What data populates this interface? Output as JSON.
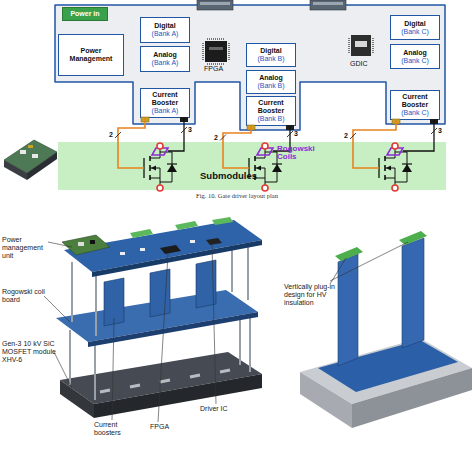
{
  "diagram": {
    "caption": "Fig. 10. Gate driver layout plan",
    "nodes": [
      {
        "text": [
          "Power in"
        ]
      },
      {
        "text": [
          "Power Management"
        ]
      },
      {
        "text": [
          "Digital",
          "(Bank A)"
        ]
      },
      {
        "text": [
          "Analog",
          "(Bank A)"
        ]
      },
      {
        "text": [
          "Current Booster",
          "(Bank A)"
        ]
      },
      {
        "text": [
          "Digital",
          "(Bank B)"
        ]
      },
      {
        "text": [
          "Analog",
          "(Bank B)"
        ]
      },
      {
        "text": [
          "Current Booster",
          "(Bank B)"
        ]
      },
      {
        "text": [
          "Digital",
          "(Bank C)"
        ]
      },
      {
        "text": [
          "Analog",
          "(Bank C)"
        ]
      },
      {
        "text": [
          "Current Booster",
          "(Bank C)"
        ]
      },
      {
        "text": [
          "Submodules"
        ]
      }
    ],
    "edges": [
      {
        "from": 4,
        "to": 11,
        "arrow": "none",
        "label": "2"
      },
      {
        "from": 4,
        "to": 11,
        "arrow": "none",
        "label": "3"
      },
      {
        "from": 7,
        "to": 11,
        "arrow": "none",
        "label": "2"
      },
      {
        "from": 7,
        "to": 11,
        "arrow": "none",
        "label": "3"
      },
      {
        "from": 10,
        "to": 11,
        "arrow": "none",
        "label": "2"
      },
      {
        "from": 10,
        "to": 11,
        "arrow": "none",
        "label": "3"
      }
    ],
    "labels": [
      "FPGA",
      "GDIC",
      "Rogowski Coils",
      "Power management unit",
      "Rogowski coil board",
      "Gen-3 10 kV SiC MOSFET module XHV-6",
      "Current boosters",
      "FPGA",
      "Driver IC",
      "Vertically plug-in design for HV insulation"
    ]
  }
}
